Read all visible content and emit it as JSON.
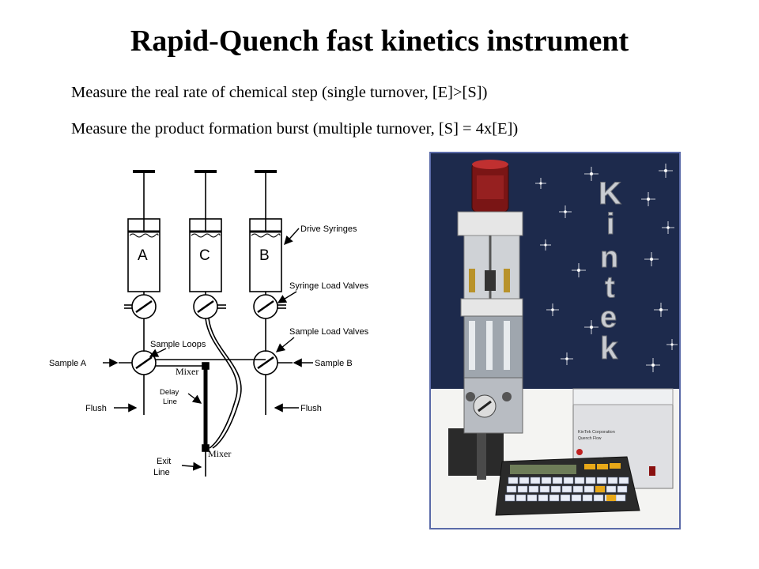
{
  "slide": {
    "title": "Rapid-Quench fast kinetics instrument",
    "lines": [
      "Measure the real rate of chemical step (single turnover, [E]>[S])",
      "Measure the product formation burst (multiple turnover, [S] = 4x[E])"
    ]
  },
  "diagram": {
    "syringes": [
      "A",
      "C",
      "B"
    ],
    "labels": {
      "drive_syringes": "Drive Syringes",
      "syringe_load_valves": "Syringe Load Valves",
      "sample_load_valves": "Sample Load Valves",
      "sample_loops": "Sample Loops",
      "mixer_top": "Mixer",
      "sample_a": "Sample A",
      "sample_b": "Sample B",
      "delay_line_1": "Delay",
      "delay_line_2": "Line",
      "flush_left": "Flush",
      "flush_right": "Flush",
      "mixer_bottom": "Mixer",
      "exit_line_1": "Exit",
      "exit_line_2": "Line"
    }
  },
  "photo": {
    "brand_letters": [
      "K",
      "i",
      "n",
      "t",
      "e",
      "k"
    ],
    "device_label_1": "KinTek Corporation",
    "device_label_2": "Quench Flow"
  },
  "colors": {
    "photo_bg": "#1d2a4c",
    "photo_border": "#5a6aa8",
    "reservoir": "#7a1515"
  }
}
